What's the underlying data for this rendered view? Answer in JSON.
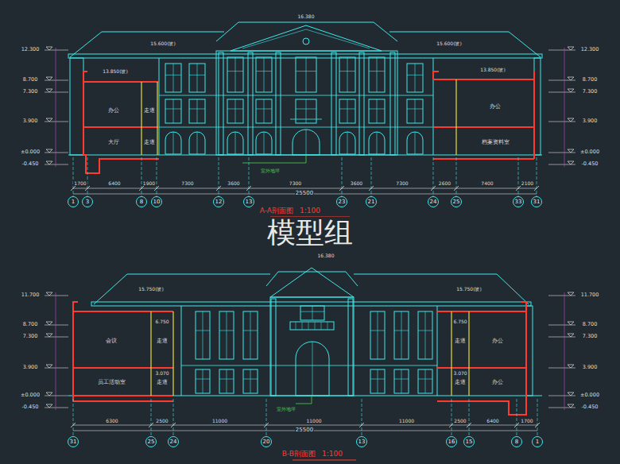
{
  "diagram": {
    "nodes": [
      {
        "text": [
          "1"
        ]
      },
      {
        "text": [
          "3"
        ]
      },
      {
        "text": [
          "8"
        ]
      },
      {
        "text": [
          "10"
        ]
      },
      {
        "text": [
          "12"
        ]
      },
      {
        "text": [
          "13"
        ]
      },
      {
        "text": [
          "23"
        ]
      },
      {
        "text": [
          "21"
        ]
      },
      {
        "text": [
          "24"
        ]
      },
      {
        "text": [
          "25"
        ]
      },
      {
        "text": [
          "33"
        ]
      },
      {
        "text": [
          "31"
        ]
      },
      {
        "text": [
          "31"
        ]
      },
      {
        "text": [
          "25"
        ]
      },
      {
        "text": [
          "24"
        ]
      },
      {
        "text": [
          "20"
        ]
      },
      {
        "text": [
          "13"
        ]
      },
      {
        "text": [
          "16"
        ]
      },
      {
        "text": [
          "15"
        ]
      },
      {
        "text": [
          "8"
        ]
      },
      {
        "text": [
          "1"
        ]
      }
    ],
    "labels": [
      "A-A剖面图",
      "1:100",
      "模型组",
      "B-B剖面图",
      "1:100",
      "12.300",
      "8.700",
      "7.300",
      "3.900",
      "±0.000",
      "-0.450",
      "12.300",
      "8.700",
      "7.300",
      "3.900",
      "±0.000",
      "-0.450",
      "1700",
      "6400",
      "1900",
      "7300",
      "3600",
      "7300",
      "3600",
      "7300",
      "2600",
      "7400",
      "2100",
      "25500",
      "办公",
      "走道",
      "大厅",
      "走道",
      "办公",
      "档案资料室",
      "15.600(坡)",
      "15.600(坡)",
      "16.380",
      "13.850(坡)",
      "13.850(坡)",
      "室外地坪",
      "11.700",
      "8.700",
      "7.300",
      "3.900",
      "±0.000",
      "-0.450",
      "11.700",
      "8.700",
      "7.300",
      "3.900",
      "±0.000",
      "-0.450",
      "6300",
      "2500",
      "11000",
      "11000",
      "11000",
      "2500",
      "6400",
      "1700",
      "25500",
      "会议",
      "走道",
      "员工活动室",
      "走道",
      "走道",
      "办公",
      "走道",
      "办公",
      "15.750(坡)",
      "15.750(坡)",
      "16.380",
      "室外地坪",
      "6.750",
      "3.070",
      "6.750",
      "3.070"
    ]
  }
}
